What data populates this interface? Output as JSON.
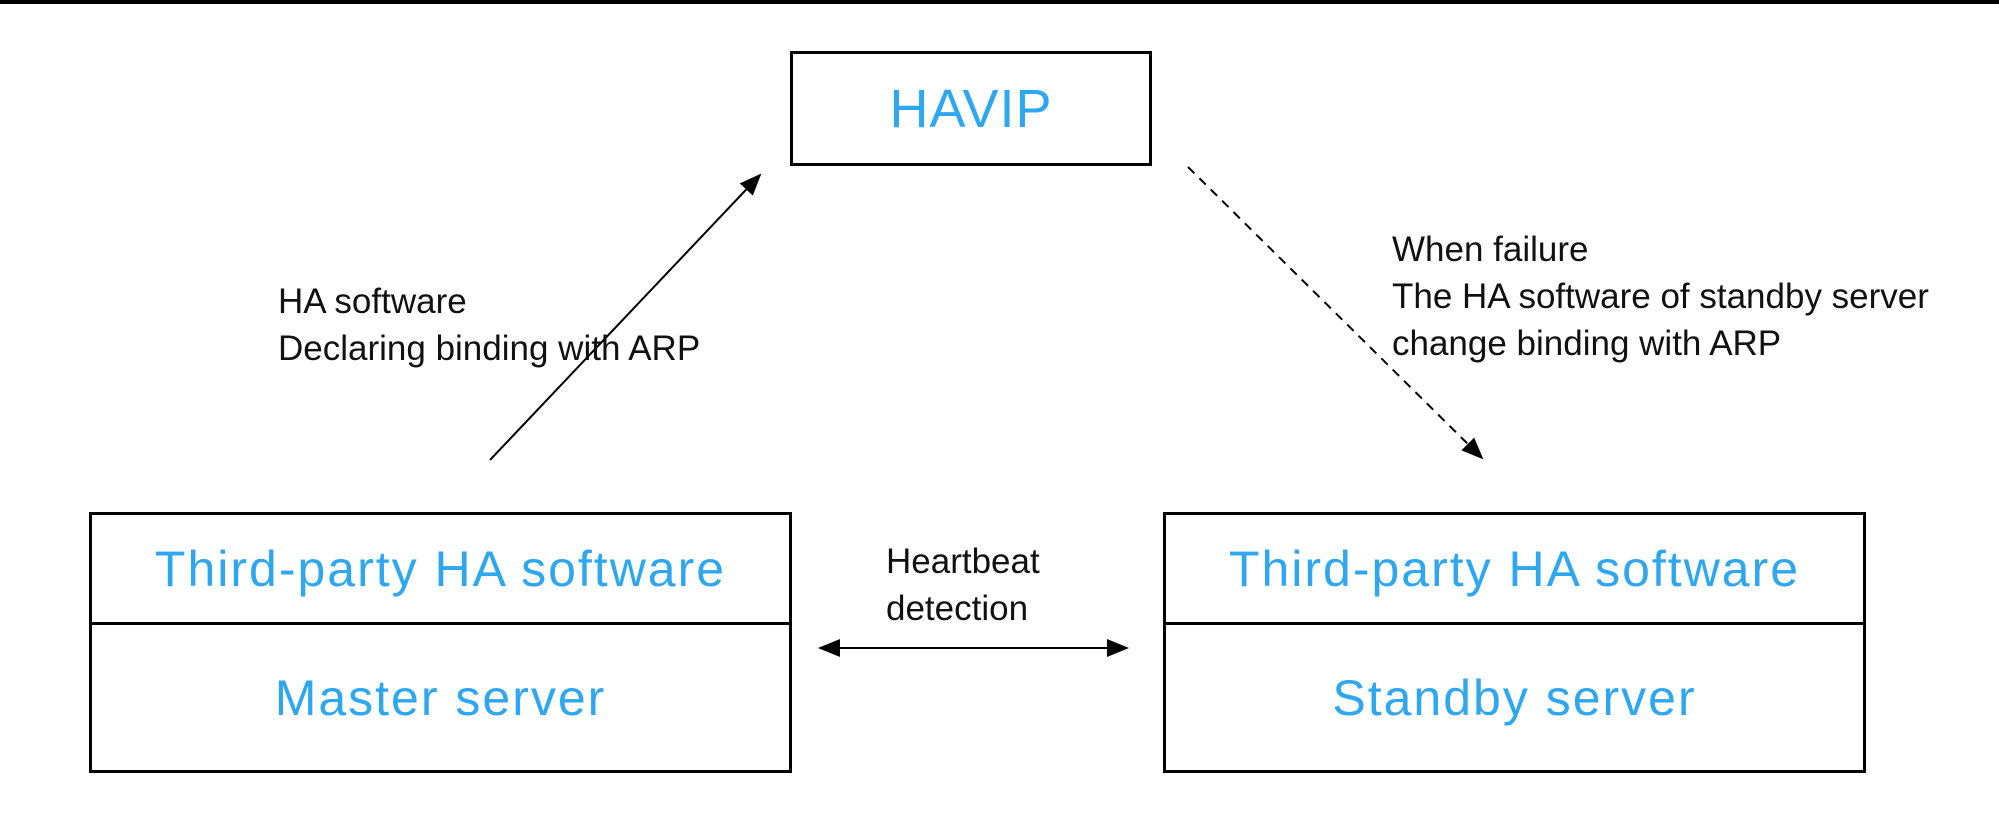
{
  "colors": {
    "accent": "#2EA7F0",
    "ink": "#111111",
    "line": "#000000",
    "background": "#FFFFFF"
  },
  "nodes": {
    "havip": {
      "label": "HAVIP"
    },
    "master": {
      "software": "Third-party HA software",
      "server": "Master server"
    },
    "standby": {
      "software": "Third-party HA software",
      "server": "Standby server"
    }
  },
  "annotations": {
    "declare": {
      "line1": "HA software",
      "line2": "Declaring binding with ARP"
    },
    "failover": {
      "line1": "When failure",
      "line2": "The HA software of standby server",
      "line3": "change binding with ARP"
    },
    "heartbeat": {
      "line1": "Heartbeat",
      "line2": "detection"
    }
  },
  "edges": {
    "declare_arrow": "solid arrow from Master server HA software up to HAVIP",
    "failover_arrow": "dashed arrow from HAVIP down to Standby server",
    "heartbeat_arrow": "double-headed arrow between Master server and Standby server"
  }
}
